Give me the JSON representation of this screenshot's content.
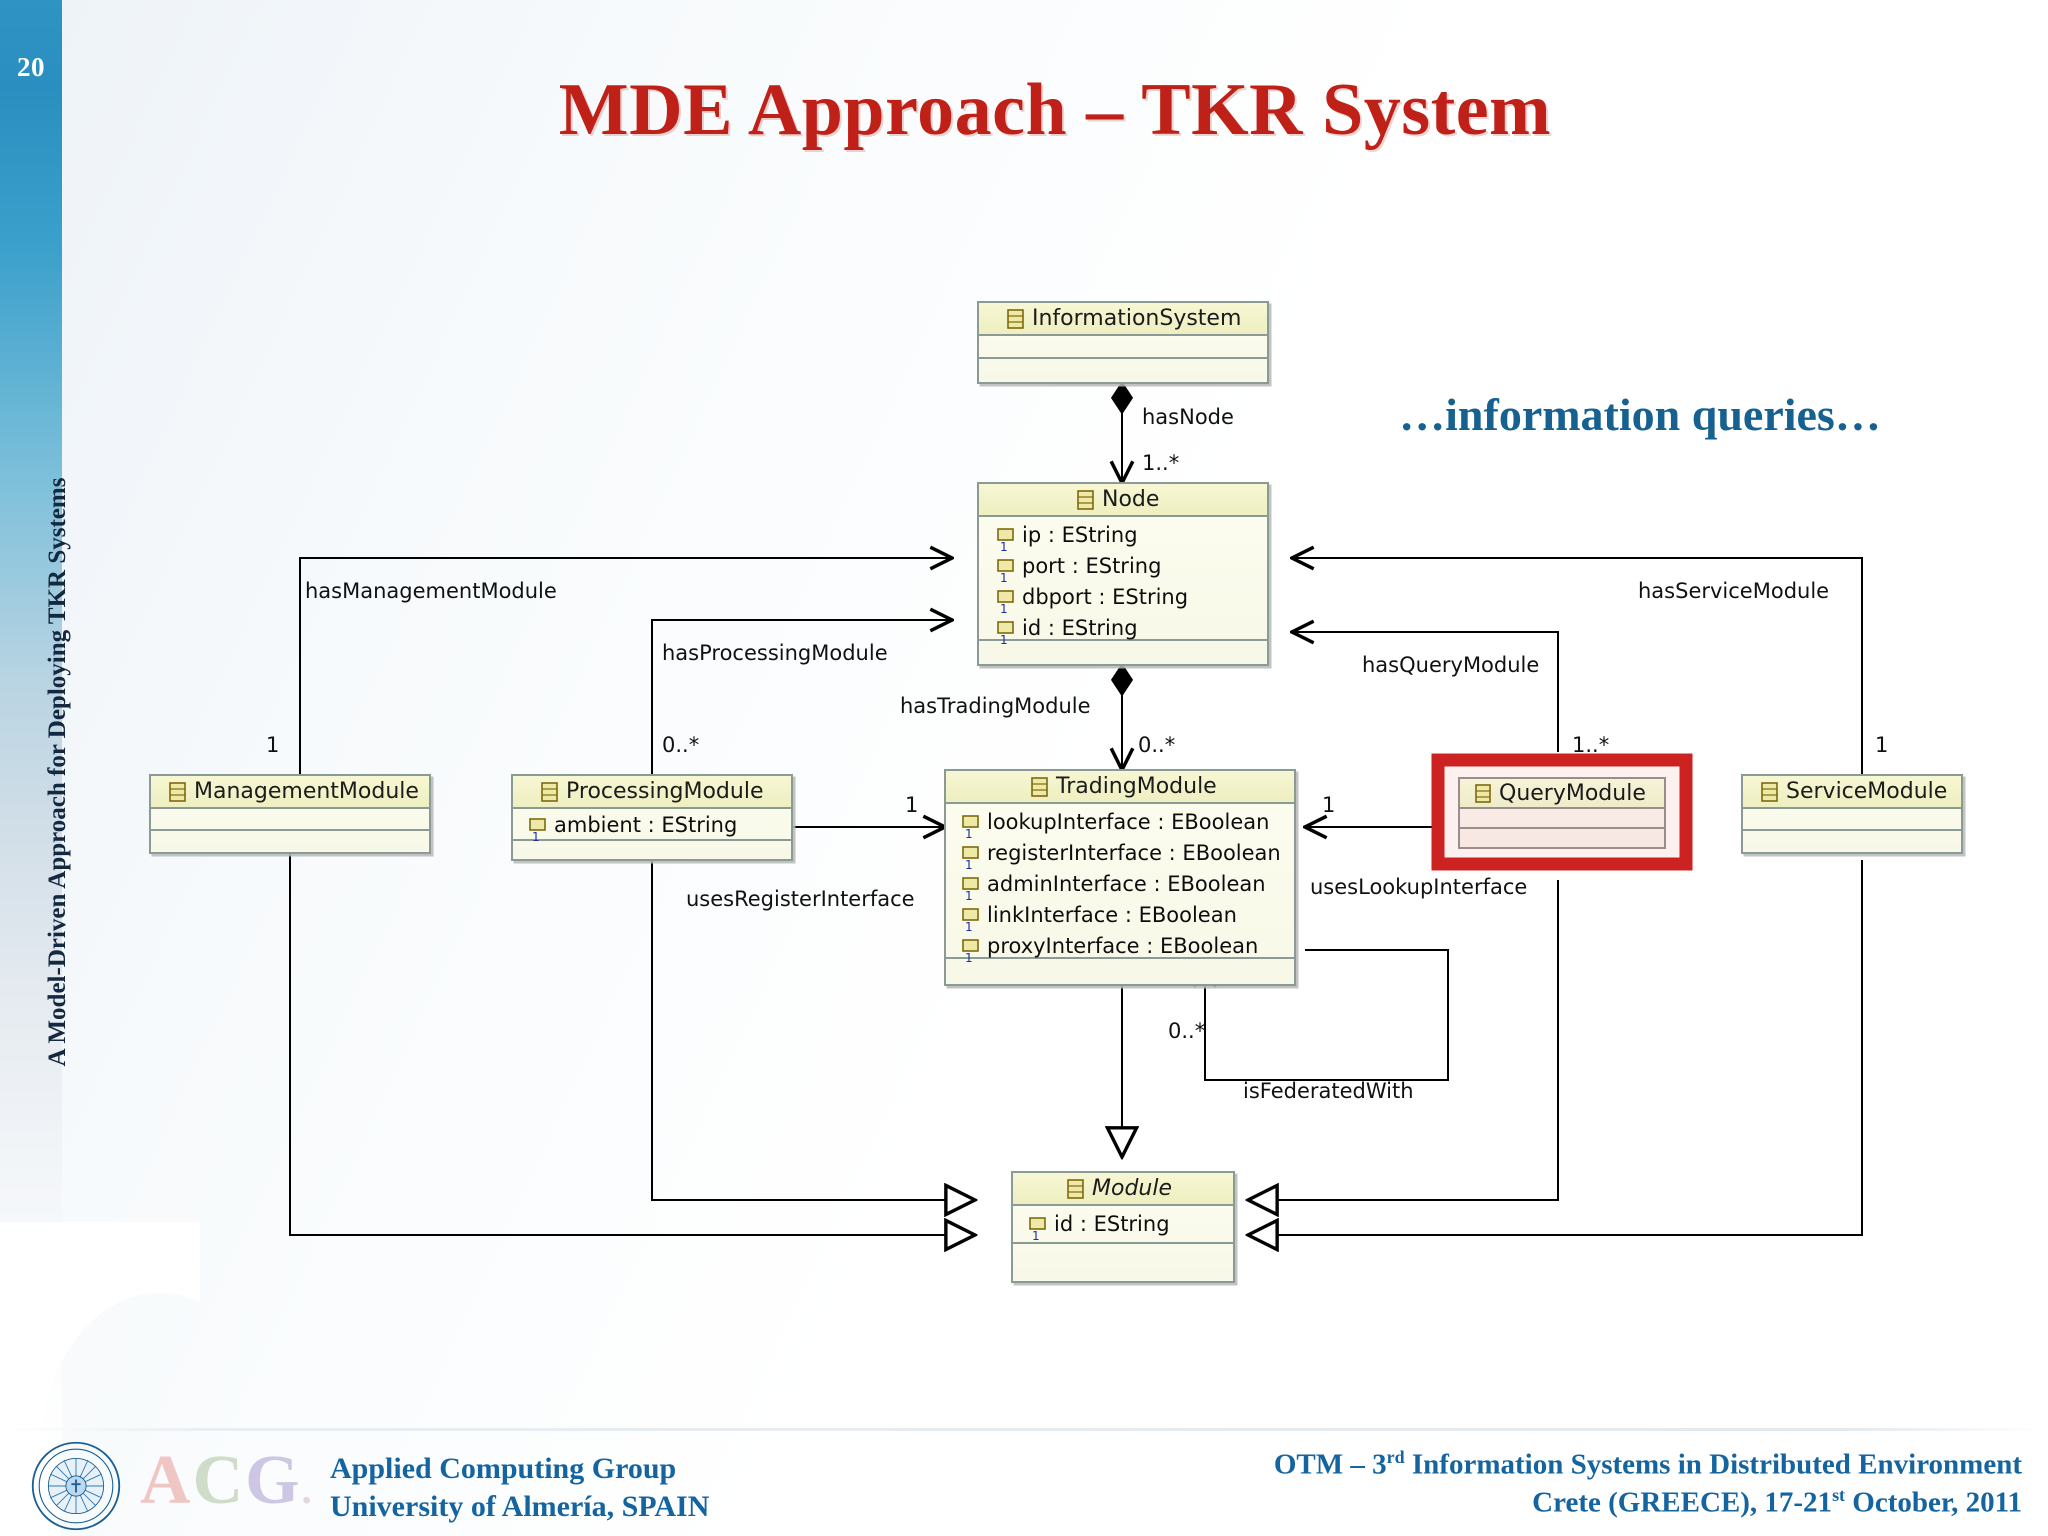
{
  "slide": {
    "number": "20",
    "sidebar_title": "A Model-Driven Approach for Deploying TKR Systems",
    "title": "MDE Approach – TKR System",
    "callout": "…information queries…",
    "accent_red": "#bf2017",
    "accent_blue": "#16618f",
    "sidebar_blue": "#2a8fc0",
    "highlight_red": "#cc2222"
  },
  "diagram": {
    "kind": "uml-class-diagram",
    "classes": [
      {
        "id": "InformationSystem",
        "name": "InformationSystem",
        "abstract": false,
        "highlighted": false,
        "attributes": [],
        "icon": "class-icon"
      },
      {
        "id": "Node",
        "name": "Node",
        "abstract": false,
        "highlighted": false,
        "attributes": [
          "ip : EString",
          "port : EString",
          "dbport : EString",
          "id : EString"
        ],
        "icon": "class-icon"
      },
      {
        "id": "ManagementModule",
        "name": "ManagementModule",
        "abstract": false,
        "highlighted": false,
        "attributes": [],
        "icon": "class-icon"
      },
      {
        "id": "ProcessingModule",
        "name": "ProcessingModule",
        "abstract": false,
        "highlighted": false,
        "attributes": [
          "ambient : EString"
        ],
        "icon": "class-icon"
      },
      {
        "id": "TradingModule",
        "name": "TradingModule",
        "abstract": false,
        "highlighted": false,
        "attributes": [
          "lookupInterface : EBoolean",
          "registerInterface : EBoolean",
          "adminInterface : EBoolean",
          "linkInterface : EBoolean",
          "proxyInterface : EBoolean"
        ],
        "icon": "class-icon"
      },
      {
        "id": "QueryModule",
        "name": "QueryModule",
        "abstract": false,
        "highlighted": true,
        "attributes": [],
        "icon": "class-icon"
      },
      {
        "id": "ServiceModule",
        "name": "ServiceModule",
        "abstract": false,
        "highlighted": false,
        "attributes": [],
        "icon": "class-icon"
      },
      {
        "id": "Module",
        "name": "Module",
        "abstract": true,
        "highlighted": false,
        "attributes": [
          "id : EString"
        ],
        "icon": "class-icon"
      }
    ],
    "associations": [
      {
        "label": "hasNode",
        "from": "InformationSystem",
        "to": "Node",
        "multiplicity": "1..*"
      },
      {
        "label": "hasManagementModule",
        "from": "ManagementModule",
        "to": "Node",
        "multiplicity": "1"
      },
      {
        "label": "hasProcessingModule",
        "from": "ProcessingModule",
        "to": "Node",
        "multiplicity": "0..*"
      },
      {
        "label": "hasTradingModule",
        "from": "TradingModule",
        "to": "Node",
        "multiplicity": "0..*"
      },
      {
        "label": "hasQueryModule",
        "from": "QueryModule",
        "to": "Node",
        "multiplicity": "1..*"
      },
      {
        "label": "hasServiceModule",
        "from": "ServiceModule",
        "to": "Node",
        "multiplicity": "1"
      },
      {
        "label": "usesRegisterInterface",
        "from": "ProcessingModule",
        "to": "TradingModule",
        "multiplicity": "1"
      },
      {
        "label": "usesLookupInterface",
        "from": "QueryModule",
        "to": "TradingModule",
        "multiplicity": "1"
      },
      {
        "label": "isFederatedWith",
        "from": "TradingModule",
        "to": "TradingModule",
        "multiplicity": "0..*"
      }
    ],
    "generalizations": [
      {
        "from": "TradingModule",
        "to": "Module"
      },
      {
        "from": "ManagementModule",
        "to": "Module"
      },
      {
        "from": "ProcessingModule",
        "to": "Module"
      },
      {
        "from": "QueryModule",
        "to": "Module"
      },
      {
        "from": "ServiceModule",
        "to": "Module"
      }
    ],
    "labels": {
      "hasNode": "hasNode",
      "hasManagementModule": "hasManagementModule",
      "hasProcessingModule": "hasProcessingModule",
      "hasTradingModule": "hasTradingModule",
      "hasQueryModule": "hasQueryModule",
      "hasServiceModule": "hasServiceModule",
      "usesRegisterInterface": "usesRegisterInterface",
      "usesLookupInterface": "usesLookupInterface",
      "isFederatedWith": "isFederatedWith"
    },
    "multiplicities": {
      "node_from_is": "1..*",
      "mgmt": "1",
      "proc": "0..*",
      "trading": "0..*",
      "query": "1..*",
      "service": "1",
      "proc_to_trading": "1",
      "query_to_trading": "1",
      "federated": "0..*"
    }
  },
  "footer": {
    "acg_logo": "ACG",
    "group_line1": "Applied Computing Group",
    "group_line2": "University of Almería, SPAIN",
    "conf_line1_pre": "OTM – 3",
    "conf_line1_sup": "rd",
    "conf_line1_post": " Information Systems in Distributed Environment",
    "conf_line2_pre": "Crete (GREECE), 17-21",
    "conf_line2_sup": "st",
    "conf_line2_post": " October, 2011"
  }
}
